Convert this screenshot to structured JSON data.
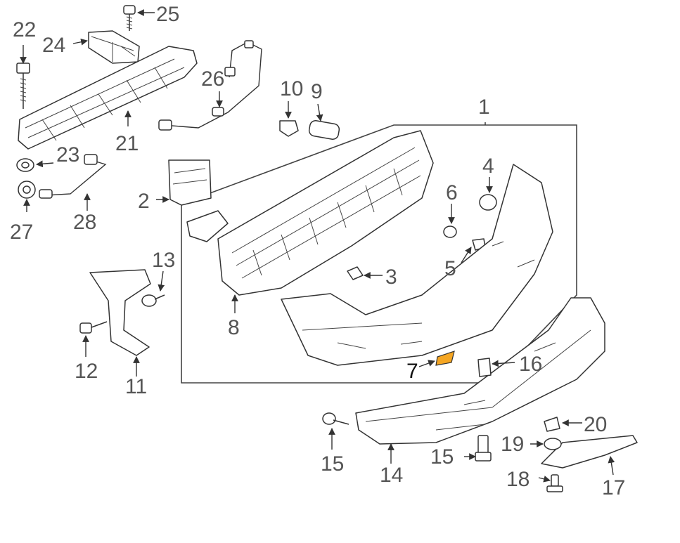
{
  "diagram": {
    "highlight_color": "#f5a623",
    "label_color": "#555555",
    "labels": {
      "p1": "1",
      "p2": "2",
      "p3": "3",
      "p4": "4",
      "p5": "5",
      "p6": "6",
      "p7": "7",
      "p8": "8",
      "p9": "9",
      "p10": "10",
      "p11": "11",
      "p12": "12",
      "p13": "13",
      "p14": "14",
      "p15a": "15",
      "p15b": "15",
      "p16": "16",
      "p17": "17",
      "p18": "18",
      "p19": "19",
      "p20": "20",
      "p21": "21",
      "p22": "22",
      "p23": "23",
      "p24": "24",
      "p25": "25",
      "p26": "26",
      "p27": "27",
      "p28": "28"
    }
  }
}
